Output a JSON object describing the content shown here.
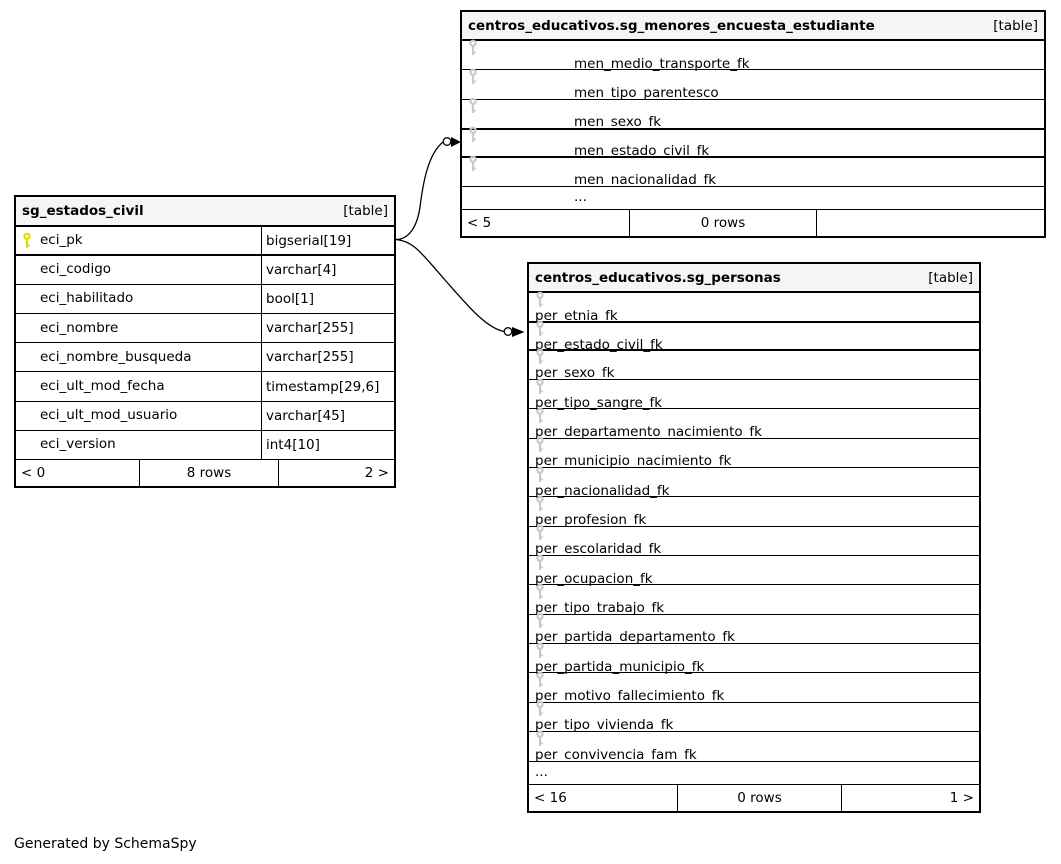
{
  "footer_note": "Generated by SchemaSpy",
  "colors": {
    "border": "#000000",
    "table_header_bg": "#f5f5f5",
    "row_bg": "#ffffff",
    "primary_key_icon": "#e0e000",
    "foreign_key_icon": "#c9c9c9",
    "relationship_line": "#000000"
  },
  "tables": [
    {
      "id": "sg_estados_civil",
      "title": "sg_estados_civil",
      "type_label": "[table]",
      "has_types": true,
      "columns": [
        {
          "name": "eci_pk",
          "type": "bigserial[19]",
          "key": "primary",
          "highlighted": true
        },
        {
          "name": "eci_codigo",
          "type": "varchar[4]",
          "key": null
        },
        {
          "name": "eci_habilitado",
          "type": "bool[1]",
          "key": null
        },
        {
          "name": "eci_nombre",
          "type": "varchar[255]",
          "key": null
        },
        {
          "name": "eci_nombre_busqueda",
          "type": "varchar[255]",
          "key": null
        },
        {
          "name": "eci_ult_mod_fecha",
          "type": "timestamp[29,6]",
          "key": null
        },
        {
          "name": "eci_ult_mod_usuario",
          "type": "varchar[45]",
          "key": null
        },
        {
          "name": "eci_version",
          "type": "int4[10]",
          "key": null
        }
      ],
      "footer": {
        "left": "< 0",
        "center": "8 rows",
        "right": "2 >"
      }
    },
    {
      "id": "sg_menores_encuesta_estudiante",
      "title": "centros_educativos.sg_menores_encuesta_estudiante",
      "type_label": "[table]",
      "has_types": false,
      "columns": [
        {
          "name": "men_medio_transporte_fk",
          "key": "foreign"
        },
        {
          "name": "men_tipo_parentesco",
          "key": "foreign"
        },
        {
          "name": "men_sexo_fk",
          "key": "foreign"
        },
        {
          "name": "men_estado_civil_fk",
          "key": "foreign",
          "highlighted": true
        },
        {
          "name": "men_nacionalidad_fk",
          "key": "foreign"
        },
        {
          "name": "...",
          "ellipsis": true
        }
      ],
      "footer": {
        "left": "< 5",
        "center": "0 rows",
        "right": ""
      }
    },
    {
      "id": "sg_personas",
      "title": "centros_educativos.sg_personas",
      "type_label": "[table]",
      "has_types": false,
      "columns": [
        {
          "name": "per_etnia_fk",
          "key": "foreign"
        },
        {
          "name": "per_estado_civil_fk",
          "key": "foreign",
          "highlighted": true
        },
        {
          "name": "per_sexo_fk",
          "key": "foreign"
        },
        {
          "name": "per_tipo_sangre_fk",
          "key": "foreign"
        },
        {
          "name": "per_departamento_nacimiento_fk",
          "key": "foreign"
        },
        {
          "name": "per_municipio_nacimiento_fk",
          "key": "foreign"
        },
        {
          "name": "per_nacionalidad_fk",
          "key": "foreign"
        },
        {
          "name": "per_profesion_fk",
          "key": "foreign"
        },
        {
          "name": "per_escolaridad_fk",
          "key": "foreign"
        },
        {
          "name": "per_ocupacion_fk",
          "key": "foreign"
        },
        {
          "name": "per_tipo_trabajo_fk",
          "key": "foreign"
        },
        {
          "name": "per_partida_departamento_fk",
          "key": "foreign"
        },
        {
          "name": "per_partida_municipio_fk",
          "key": "foreign"
        },
        {
          "name": "per_motivo_fallecimiento_fk",
          "key": "foreign"
        },
        {
          "name": "per_tipo_vivienda_fk",
          "key": "foreign"
        },
        {
          "name": "per_convivencia_fam_fk",
          "key": "foreign"
        },
        {
          "name": "...",
          "ellipsis": true
        }
      ],
      "footer": {
        "left": "< 16",
        "center": "0 rows",
        "right": "1 >"
      }
    }
  ],
  "relationships": [
    {
      "from_table": "sg_estados_civil",
      "from_column": "eci_pk",
      "to_table": "centros_educativos.sg_menores_encuesta_estudiante",
      "to_column": "men_estado_civil_fk"
    },
    {
      "from_table": "sg_estados_civil",
      "from_column": "eci_pk",
      "to_table": "centros_educativos.sg_personas",
      "to_column": "per_estado_civil_fk"
    }
  ]
}
